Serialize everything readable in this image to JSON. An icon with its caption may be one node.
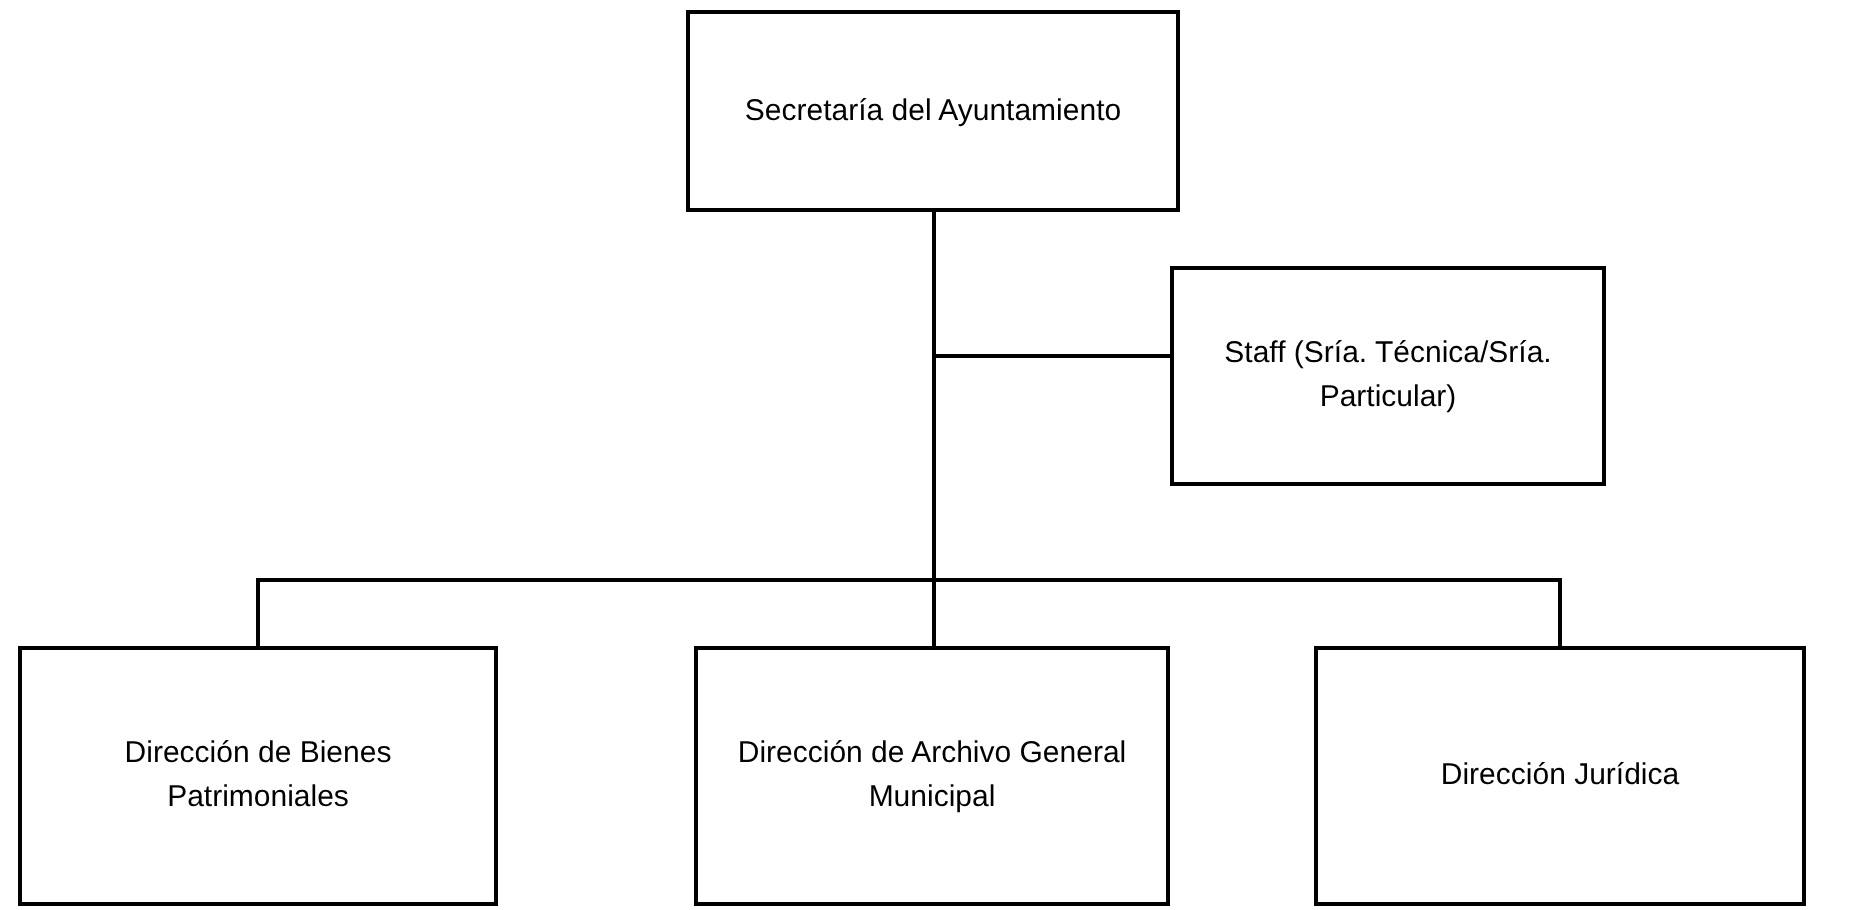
{
  "diagram": {
    "nodes": [
      {
        "text": [
          "Secretaría del Ayuntamiento"
        ]
      },
      {
        "text": [
          "Staff (Sría. Técnica/Sría. Particular)"
        ]
      },
      {
        "text": [
          "Dirección de Bienes Patrimoniales"
        ]
      },
      {
        "text": [
          "Dirección de Archivo General Municipal"
        ]
      },
      {
        "text": [
          "Dirección Jurídica"
        ]
      }
    ],
    "edges": [
      {
        "from": 0,
        "to": 1,
        "arrow": "none"
      },
      {
        "from": 0,
        "to": 2,
        "arrow": "none"
      },
      {
        "from": 0,
        "to": 3,
        "arrow": "none"
      },
      {
        "from": 0,
        "to": 4,
        "arrow": "none"
      }
    ]
  }
}
